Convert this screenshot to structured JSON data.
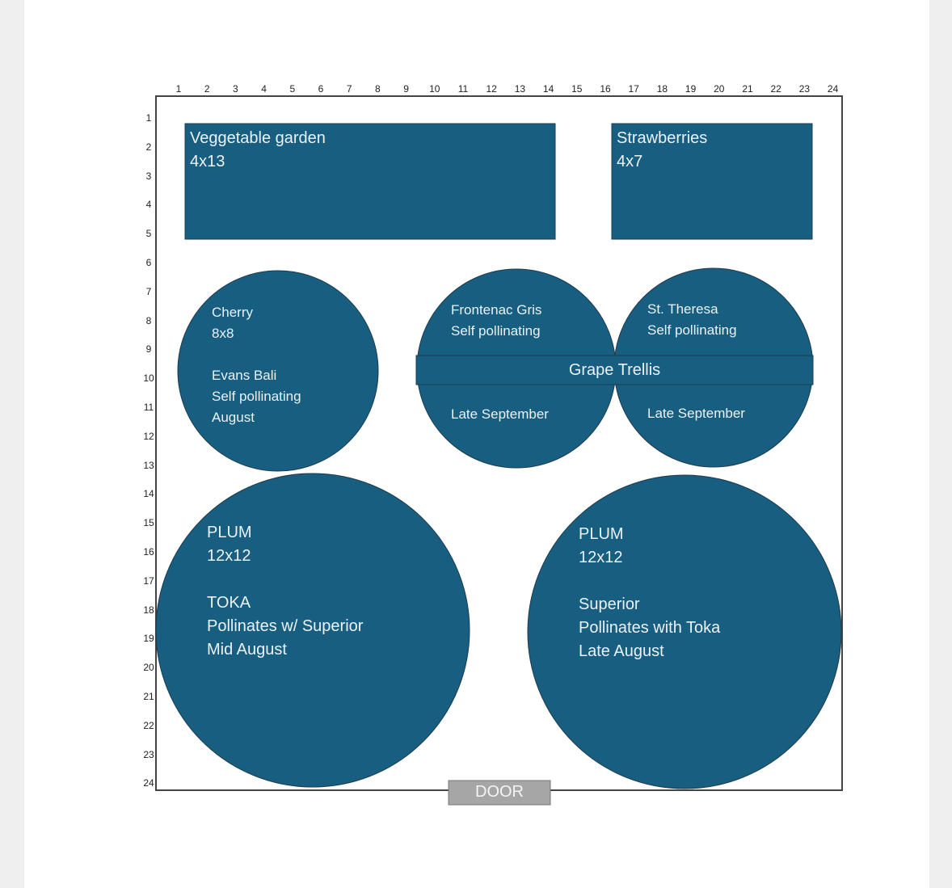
{
  "columns": [
    "1",
    "2",
    "3",
    "4",
    "5",
    "6",
    "7",
    "8",
    "9",
    "10",
    "11",
    "12",
    "13",
    "14",
    "15",
    "16",
    "17",
    "18",
    "19",
    "20",
    "21",
    "22",
    "23",
    "24"
  ],
  "rows": [
    "1",
    "2",
    "3",
    "4",
    "5",
    "6",
    "7",
    "8",
    "9",
    "10",
    "11",
    "12",
    "13",
    "14",
    "15",
    "16",
    "17",
    "18",
    "19",
    "20",
    "21",
    "22",
    "23",
    "24"
  ],
  "colors": {
    "bed": "#175e80",
    "door": "#a6a6a6",
    "text": "#eaf2f7"
  },
  "beds": {
    "vegetable": {
      "name": "Veggetable garden",
      "size": "4x13"
    },
    "strawberries": {
      "name": "Strawberries",
      "size": "4x7"
    },
    "cherry": {
      "name": "Cherry",
      "size": "8x8",
      "variety": "Evans Bali",
      "pollination": "Self pollinating",
      "harvest": "August"
    },
    "frontenac": {
      "name": "Frontenac Gris",
      "pollination": "Self pollinating",
      "harvest": "Late September"
    },
    "theresa": {
      "name": "St. Theresa",
      "pollination": "Self pollinating",
      "harvest": "Late September"
    },
    "trellis": {
      "name": "Grape Trellis"
    },
    "plum1": {
      "name": "PLUM",
      "size": "12x12",
      "variety": "TOKA",
      "pollination": "Pollinates w/ Superior",
      "harvest": "Mid August"
    },
    "plum2": {
      "name": "PLUM",
      "size": "12x12",
      "variety": "Superior",
      "pollination": "Pollinates with Toka",
      "harvest": "Late August"
    }
  },
  "door": {
    "label": "DOOR"
  }
}
